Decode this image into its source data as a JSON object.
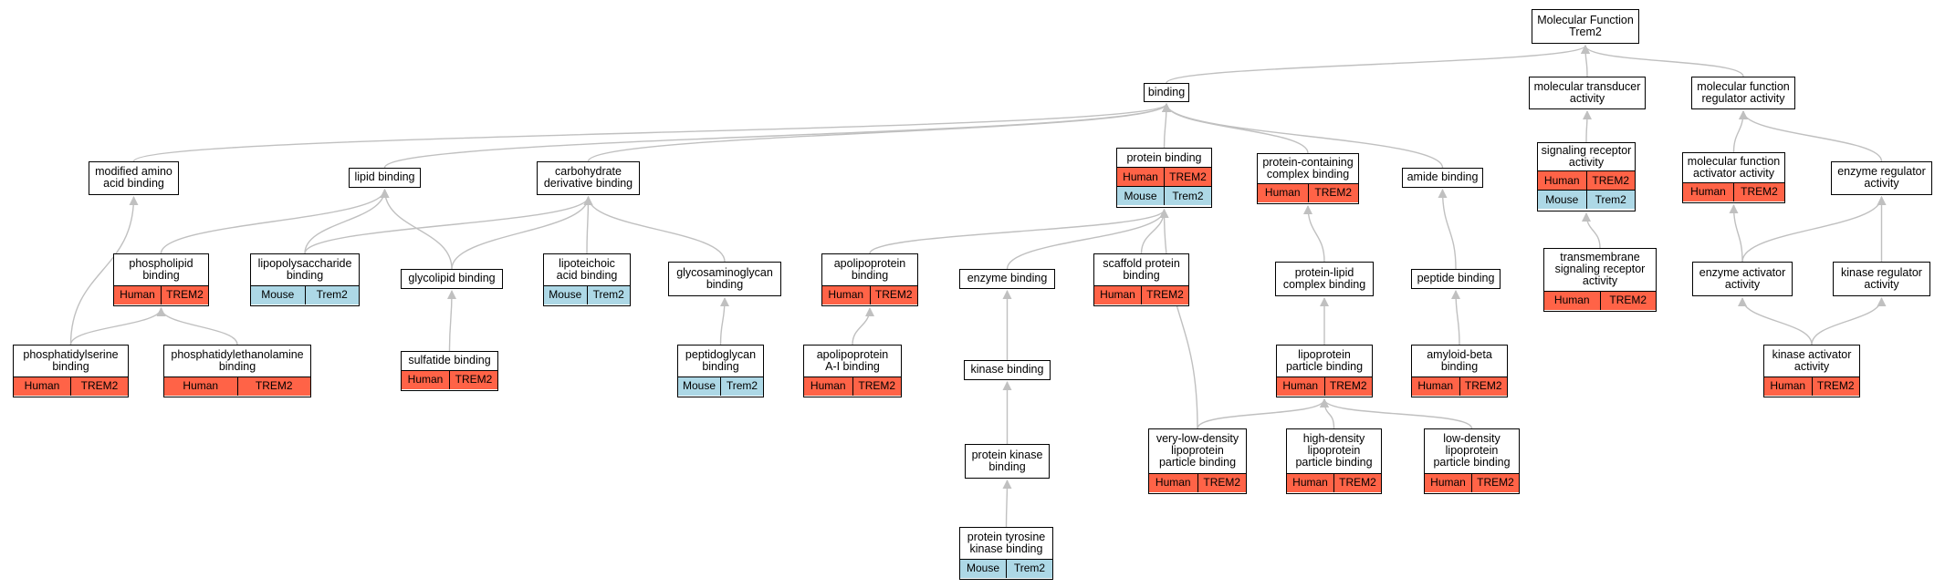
{
  "colors": {
    "human": "#ff6347",
    "mouse": "#add8e6",
    "edge": "#c0c0c0",
    "border": "#000000"
  },
  "nodes": [
    {
      "id": "mf",
      "lines": [
        "Molecular Function",
        "Trem2"
      ],
      "rows": []
    },
    {
      "id": "binding",
      "lines": [
        "binding"
      ],
      "rows": []
    },
    {
      "id": "mol_transducer",
      "lines": [
        "molecular transducer",
        "activity"
      ],
      "rows": []
    },
    {
      "id": "mf_regulator",
      "lines": [
        "molecular function",
        "regulator activity"
      ],
      "rows": []
    },
    {
      "id": "mod_amino",
      "lines": [
        "modified amino",
        "acid binding"
      ],
      "rows": []
    },
    {
      "id": "lipid",
      "lines": [
        "lipid binding"
      ],
      "rows": []
    },
    {
      "id": "carb_deriv",
      "lines": [
        "carbohydrate",
        "derivative binding"
      ],
      "rows": []
    },
    {
      "id": "protein_binding",
      "lines": [
        "protein binding"
      ],
      "rows": [
        [
          "Human",
          "TREM2"
        ],
        [
          "Mouse",
          "Trem2"
        ]
      ]
    },
    {
      "id": "prot_complex",
      "lines": [
        "protein-containing",
        "complex binding"
      ],
      "rows": [
        [
          "Human",
          "TREM2"
        ]
      ]
    },
    {
      "id": "amide",
      "lines": [
        "amide binding"
      ],
      "rows": []
    },
    {
      "id": "sig_receptor",
      "lines": [
        "signaling receptor",
        "activity"
      ],
      "rows": [
        [
          "Human",
          "TREM2"
        ],
        [
          "Mouse",
          "Trem2"
        ]
      ]
    },
    {
      "id": "mf_activator",
      "lines": [
        "molecular function",
        "activator activity"
      ],
      "rows": [
        [
          "Human",
          "TREM2"
        ]
      ]
    },
    {
      "id": "enz_regulator",
      "lines": [
        "enzyme regulator",
        "activity"
      ],
      "rows": []
    },
    {
      "id": "phospholipid",
      "lines": [
        "phospholipid",
        "binding"
      ],
      "rows": [
        [
          "Human",
          "TREM2"
        ]
      ]
    },
    {
      "id": "lps",
      "lines": [
        "lipopolysaccharide",
        "binding"
      ],
      "rows": [
        [
          "Mouse",
          "Trem2"
        ]
      ]
    },
    {
      "id": "glycolipid",
      "lines": [
        "glycolipid binding"
      ],
      "rows": []
    },
    {
      "id": "lipoteichoic",
      "lines": [
        "lipoteichoic",
        "acid binding"
      ],
      "rows": [
        [
          "Mouse",
          "Trem2"
        ]
      ]
    },
    {
      "id": "gag",
      "lines": [
        "glycosaminoglycan",
        "binding"
      ],
      "rows": []
    },
    {
      "id": "apolipoprotein",
      "lines": [
        "apolipoprotein",
        "binding"
      ],
      "rows": [
        [
          "Human",
          "TREM2"
        ]
      ]
    },
    {
      "id": "enzyme_binding",
      "lines": [
        "enzyme binding"
      ],
      "rows": []
    },
    {
      "id": "scaffold",
      "lines": [
        "scaffold protein",
        "binding"
      ],
      "rows": [
        [
          "Human",
          "TREM2"
        ]
      ]
    },
    {
      "id": "prot_lipid_complex",
      "lines": [
        "protein-lipid",
        "complex binding"
      ],
      "rows": []
    },
    {
      "id": "peptide",
      "lines": [
        "peptide binding"
      ],
      "rows": []
    },
    {
      "id": "tm_receptor",
      "lines": [
        "transmembrane",
        "signaling receptor",
        "activity"
      ],
      "rows": [
        [
          "Human",
          "TREM2"
        ]
      ]
    },
    {
      "id": "enz_activator",
      "lines": [
        "enzyme activator",
        "activity"
      ],
      "rows": []
    },
    {
      "id": "kin_regulator",
      "lines": [
        "kinase regulator",
        "activity"
      ],
      "rows": []
    },
    {
      "id": "ps",
      "lines": [
        "phosphatidylserine",
        "binding"
      ],
      "rows": [
        [
          "Human",
          "TREM2"
        ]
      ]
    },
    {
      "id": "pe",
      "lines": [
        "phosphatidylethanolamine",
        "binding"
      ],
      "rows": [
        [
          "Human",
          "TREM2"
        ]
      ]
    },
    {
      "id": "sulfatide",
      "lines": [
        "sulfatide binding"
      ],
      "rows": [
        [
          "Human",
          "TREM2"
        ]
      ]
    },
    {
      "id": "peptidoglycan",
      "lines": [
        "peptidoglycan",
        "binding"
      ],
      "rows": [
        [
          "Mouse",
          "Trem2"
        ]
      ]
    },
    {
      "id": "apoa1",
      "lines": [
        "apolipoprotein",
        "A-I binding"
      ],
      "rows": [
        [
          "Human",
          "TREM2"
        ]
      ]
    },
    {
      "id": "kinase_binding",
      "lines": [
        "kinase binding"
      ],
      "rows": []
    },
    {
      "id": "lipoprotein_particle",
      "lines": [
        "lipoprotein",
        "particle binding"
      ],
      "rows": [
        [
          "Human",
          "TREM2"
        ]
      ]
    },
    {
      "id": "amyloid",
      "lines": [
        "amyloid-beta",
        "binding"
      ],
      "rows": [
        [
          "Human",
          "TREM2"
        ]
      ]
    },
    {
      "id": "kin_activator",
      "lines": [
        "kinase activator",
        "activity"
      ],
      "rows": [
        [
          "Human",
          "TREM2"
        ]
      ]
    },
    {
      "id": "pkinase",
      "lines": [
        "protein kinase",
        "binding"
      ],
      "rows": []
    },
    {
      "id": "vldl",
      "lines": [
        "very-low-density",
        "lipoprotein",
        "particle binding"
      ],
      "rows": [
        [
          "Human",
          "TREM2"
        ]
      ]
    },
    {
      "id": "hdl",
      "lines": [
        "high-density",
        "lipoprotein",
        "particle binding"
      ],
      "rows": [
        [
          "Human",
          "TREM2"
        ]
      ]
    },
    {
      "id": "ldl",
      "lines": [
        "low-density",
        "lipoprotein",
        "particle binding"
      ],
      "rows": [
        [
          "Human",
          "TREM2"
        ]
      ]
    },
    {
      "id": "ptyr_kinase",
      "lines": [
        "protein tyrosine",
        "kinase binding"
      ],
      "rows": [
        [
          "Mouse",
          "Trem2"
        ]
      ]
    }
  ],
  "edges": [
    [
      "binding",
      "mf"
    ],
    [
      "mol_transducer",
      "mf"
    ],
    [
      "mf_regulator",
      "mf"
    ],
    [
      "mod_amino",
      "binding"
    ],
    [
      "lipid",
      "binding"
    ],
    [
      "carb_deriv",
      "binding"
    ],
    [
      "protein_binding",
      "binding"
    ],
    [
      "prot_complex",
      "binding"
    ],
    [
      "amide",
      "binding"
    ],
    [
      "sig_receptor",
      "mol_transducer"
    ],
    [
      "mf_activator",
      "mf_regulator"
    ],
    [
      "enz_regulator",
      "mf_regulator"
    ],
    [
      "phospholipid",
      "lipid"
    ],
    [
      "lps",
      "lipid"
    ],
    [
      "lps",
      "carb_deriv"
    ],
    [
      "glycolipid",
      "lipid"
    ],
    [
      "glycolipid",
      "carb_deriv"
    ],
    [
      "lipoteichoic",
      "carb_deriv"
    ],
    [
      "gag",
      "carb_deriv"
    ],
    [
      "apolipoprotein",
      "protein_binding"
    ],
    [
      "enzyme_binding",
      "protein_binding"
    ],
    [
      "scaffold",
      "protein_binding"
    ],
    [
      "prot_lipid_complex",
      "prot_complex"
    ],
    [
      "peptide",
      "amide"
    ],
    [
      "tm_receptor",
      "sig_receptor"
    ],
    [
      "enz_activator",
      "mf_activator"
    ],
    [
      "enz_activator",
      "enz_regulator"
    ],
    [
      "kin_regulator",
      "enz_regulator"
    ],
    [
      "ps",
      "mod_amino"
    ],
    [
      "ps",
      "phospholipid"
    ],
    [
      "pe",
      "phospholipid"
    ],
    [
      "sulfatide",
      "glycolipid"
    ],
    [
      "peptidoglycan",
      "gag"
    ],
    [
      "apoa1",
      "apolipoprotein"
    ],
    [
      "kinase_binding",
      "enzyme_binding"
    ],
    [
      "lipoprotein_particle",
      "prot_lipid_complex"
    ],
    [
      "amyloid",
      "peptide"
    ],
    [
      "kin_activator",
      "enz_activator"
    ],
    [
      "kin_activator",
      "kin_regulator"
    ],
    [
      "pkinase",
      "kinase_binding"
    ],
    [
      "vldl",
      "protein_binding"
    ],
    [
      "vldl",
      "lipoprotein_particle"
    ],
    [
      "hdl",
      "lipoprotein_particle"
    ],
    [
      "ldl",
      "lipoprotein_particle"
    ],
    [
      "ptyr_kinase",
      "pkinase"
    ]
  ]
}
